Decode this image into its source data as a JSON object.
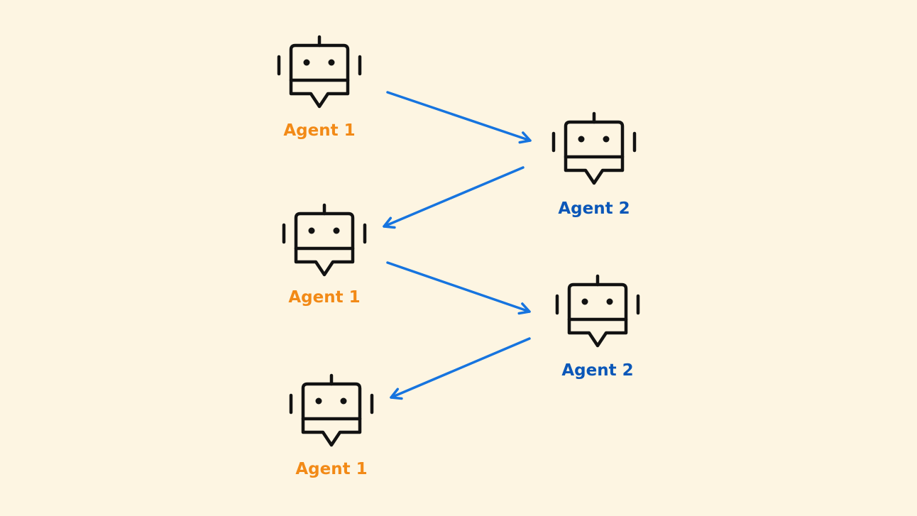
{
  "colors": {
    "background": "#fdf5e2",
    "agent_one": "#f28a17",
    "agent_two": "#0b57b8",
    "arrow": "#1674df",
    "icon_stroke": "#121212"
  },
  "icon": "robot-chat-icon",
  "agents": [
    {
      "label": "Agent 1",
      "role": "agent_one"
    },
    {
      "label": "Agent 2",
      "role": "agent_two"
    },
    {
      "label": "Agent 1",
      "role": "agent_one"
    },
    {
      "label": "Agent 2",
      "role": "agent_two"
    },
    {
      "label": "Agent 1",
      "role": "agent_one"
    }
  ],
  "messages": [
    {
      "from": 0,
      "to": 1
    },
    {
      "from": 1,
      "to": 2
    },
    {
      "from": 2,
      "to": 3
    },
    {
      "from": 3,
      "to": 4
    }
  ]
}
